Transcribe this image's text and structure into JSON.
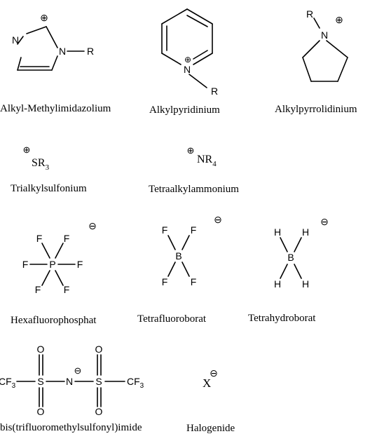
{
  "molecules": {
    "imidazolium": {
      "charge": "⊕",
      "atom_n1": "N",
      "atom_n2": "N",
      "substituent": "R",
      "caption": "Alkyl-Methylimidazolium"
    },
    "pyridinium": {
      "charge": "⊕",
      "atom_n": "N",
      "substituent": "R",
      "caption": "Alkylpyridinium"
    },
    "pyrrolidinium": {
      "charge": "⊕",
      "atom_n": "N",
      "substituent": "R",
      "caption": "Alkylpyrrolidinium"
    },
    "sulfonium": {
      "charge": "⊕",
      "formula_main": "SR",
      "formula_sub": "3",
      "caption": "Trialkylsulfonium"
    },
    "ammonium": {
      "charge": "⊕",
      "formula_main": "NR",
      "formula_sub": "4",
      "caption": "Tetraalkylammonium"
    },
    "hexafluorophosphate": {
      "charge": "⊖",
      "center": "P",
      "ligand": "F",
      "caption": "Hexafluorophosphat"
    },
    "tetrafluoroborate": {
      "charge": "⊖",
      "center": "B",
      "ligand": "F",
      "caption": "Tetrafluoroborat"
    },
    "tetrahydroborate": {
      "charge": "⊖",
      "center": "B",
      "ligand": "H",
      "caption": "Tetrahydroborat"
    },
    "bistriflimide": {
      "charge": "⊖",
      "cf3": "CF",
      "cf3_sub": "3",
      "sulfur": "S",
      "oxygen": "O",
      "nitrogen": "N",
      "caption": "bis(trifluoromethylsulfonyl)imide"
    },
    "halogenide": {
      "charge": "⊖",
      "formula": "X",
      "caption": "Halogenide"
    }
  }
}
